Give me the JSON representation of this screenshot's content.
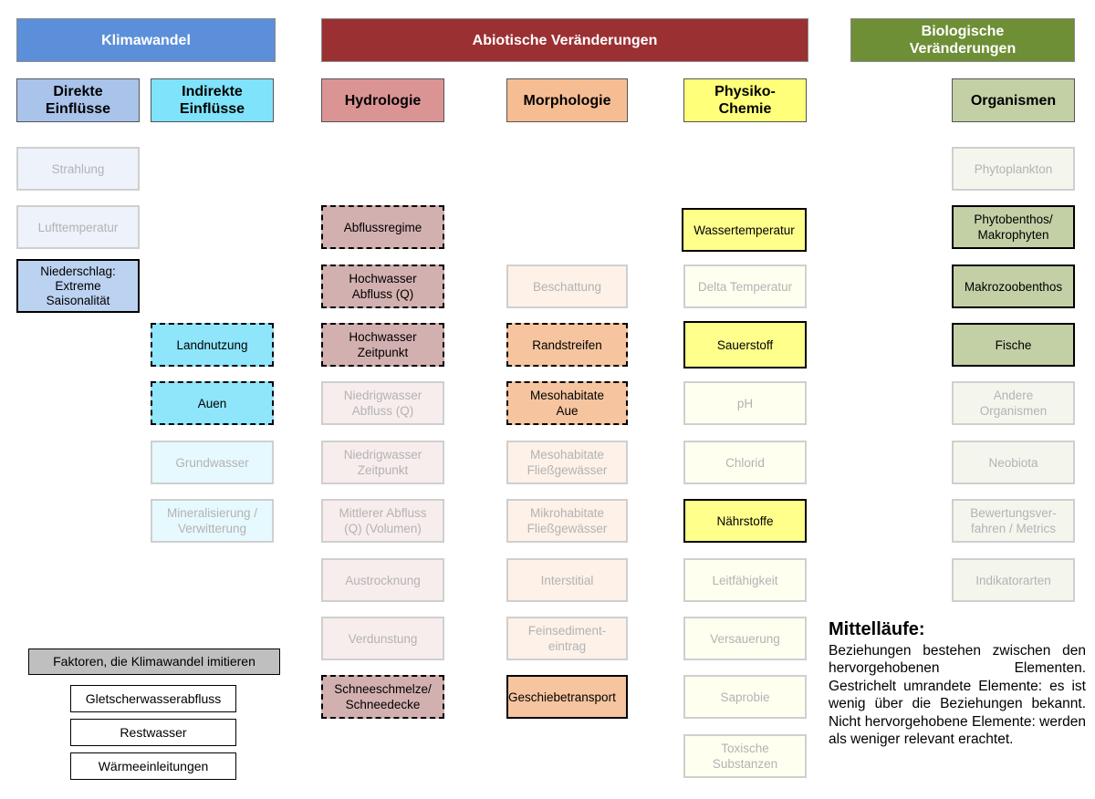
{
  "headers": {
    "klimawandel": "Klimawandel",
    "abiotisch": "Abiotische Veränderungen",
    "biologisch": "Biologische\nVeränderungen"
  },
  "subheaders": {
    "direkte": "Direkte\nEinflüsse",
    "indirekte": "Indirekte\nEinflüsse",
    "hydrologie": "Hydrologie",
    "morphologie": "Morphologie",
    "physiko": "Physiko-\nChemie",
    "organismen": "Organismen"
  },
  "direkte": [
    "Strahlung",
    "Lufttemperatur",
    "Niederschlag:\nExtreme\nSaisonalität"
  ],
  "indirekte": [
    "Landnutzung",
    "Auen",
    "Grundwasser",
    "Mineralisierung /\nVerwitterung"
  ],
  "hydrologie": [
    "Abflussregime",
    "Hochwasser\nAbfluss (Q)",
    "Hochwasser\nZeitpunkt",
    "Niedrigwasser\nAbfluss (Q)",
    "Niedrigwasser\nZeitpunkt",
    "Mittlerer Abfluss\n(Q) (Volumen)",
    "Austrocknung",
    "Verdunstung",
    "Schneeschmelze/\nSchneedecke"
  ],
  "morphologie": [
    "Beschattung",
    "Randstreifen",
    "Mesohabitate\nAue",
    "Mesohabitate\nFließgewässer",
    "Mikrohabitate\nFließgewässer",
    "Interstitial",
    "Feinsediment-\neintrag",
    "Geschiebetransport"
  ],
  "physiko": [
    "Wassertemperatur",
    "Delta Temperatur",
    "Sauerstoff",
    "pH",
    "Chlorid",
    "Nährstoffe",
    "Leitfähigkeit",
    "Versauerung",
    "Saprobie",
    "Toxische\nSubstanzen"
  ],
  "organismen": [
    "Phytoplankton",
    "Phytobenthos/\nMakrophyten",
    "Makrozoobenthos",
    "Fische",
    "Andere\nOrganismen",
    "Neobiota",
    "Bewertungsver-\nfahren / Metrics",
    "Indikatorarten"
  ],
  "factors": {
    "title": "Faktoren, die Klimawandel imitieren",
    "items": [
      "Gletscherwasserabfluss",
      "Restwasser",
      "Wärmeeinleitungen"
    ]
  },
  "legend": {
    "title": "Mittelläufe:",
    "text": "Beziehungen bestehen zwischen den hervorgehobenen Elementen. Gestrichelt umrandete Elemente: es ist wenig über die Beziehungen bekannt. Nicht hervorgehobene Elemente: werden als weniger relevant erachtet."
  },
  "colors": {
    "klimawandel": "#5b8fd9",
    "abiotisch": "#9b3033",
    "biologisch": "#6e8f36",
    "direkte": "#a9c3ea",
    "indirekte": "#7fe3fb",
    "hydrologie": "#db9494",
    "morphologie": "#f6bd93",
    "physiko": "#ffff7a",
    "organismen": "#c3d0a6",
    "factors_title": "#bfbfbf"
  }
}
